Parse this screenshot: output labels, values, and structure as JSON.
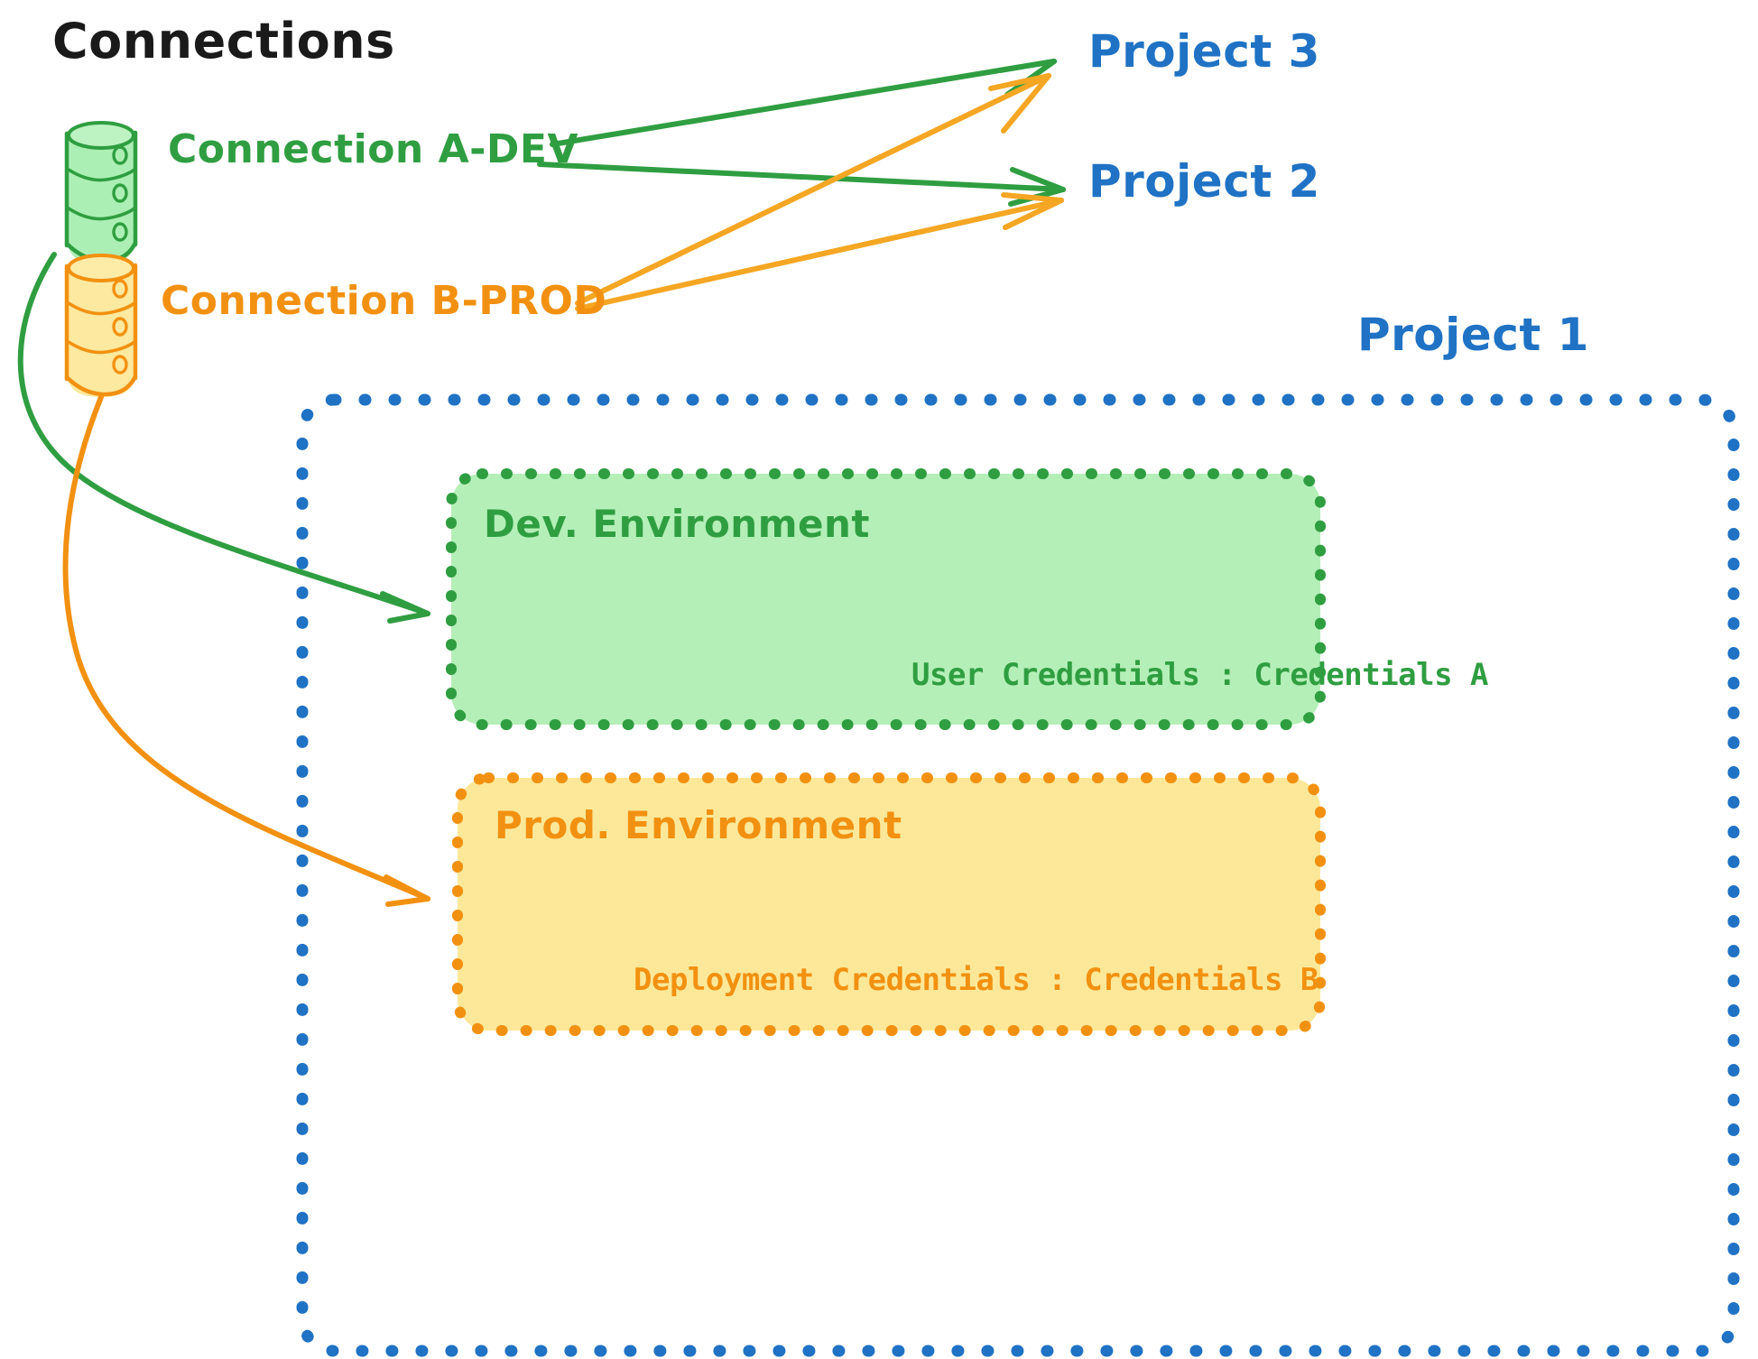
{
  "diagram": {
    "title": "Connections",
    "connections": [
      {
        "id": "a",
        "label": "Connection A-DEV",
        "color": "#2f9e41",
        "icon": "database-cylinder-icon"
      },
      {
        "id": "b",
        "label": "Connection B-PROD",
        "color": "#f29111",
        "icon": "database-cylinder-icon"
      }
    ],
    "projects": [
      {
        "id": "p3",
        "label": "Project 3",
        "color": "#1f72c4"
      },
      {
        "id": "p2",
        "label": "Project 2",
        "color": "#1f72c4"
      },
      {
        "id": "p1",
        "label": "Project 1",
        "color": "#1f72c4"
      }
    ],
    "environments": [
      {
        "id": "dev",
        "label": "Dev. Environment",
        "credentials_label": "User Credentials : Credentials A",
        "border_color": "#2f9e41",
        "fill_color": "#b5efb8"
      },
      {
        "id": "prod",
        "label": "Prod. Environment",
        "credentials_label": "Deployment Credentials : Credentials B",
        "border_color": "#f29111",
        "fill_color": "#fde89a"
      }
    ],
    "project_container": {
      "label_ref": "Project 1",
      "border_color": "#1f72c4",
      "style": "dotted"
    },
    "edges": [
      {
        "from": "Connection A-DEV",
        "to": "Project 3",
        "color": "#2f9e41"
      },
      {
        "from": "Connection A-DEV",
        "to": "Project 2",
        "color": "#2f9e41"
      },
      {
        "from": "Connection A-DEV",
        "to": "Dev. Environment",
        "color": "#2f9e41"
      },
      {
        "from": "Connection B-PROD",
        "to": "Project 3",
        "color": "#f5a623"
      },
      {
        "from": "Connection B-PROD",
        "to": "Project 2",
        "color": "#f5a623"
      },
      {
        "from": "Connection B-PROD",
        "to": "Prod. Environment",
        "color": "#f29111"
      }
    ]
  }
}
